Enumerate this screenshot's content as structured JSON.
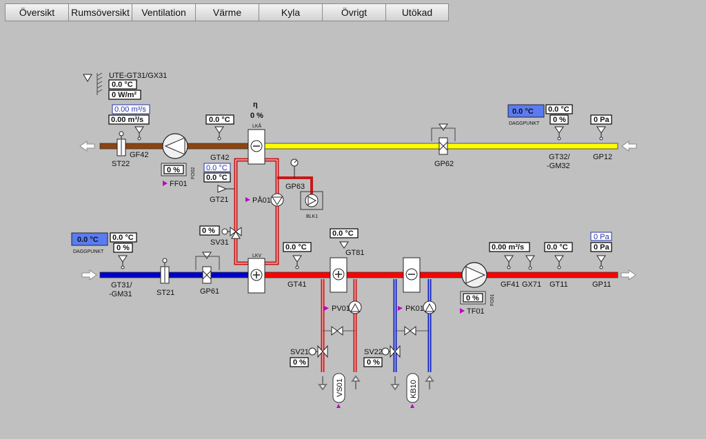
{
  "nav": {
    "tabs": [
      "Översikt",
      "Rumsöversikt",
      "Ventilation",
      "Värme",
      "Kyla",
      "Övrigt",
      "Utökad"
    ]
  },
  "outdoor": {
    "label": "UTE-GT31/GX31",
    "temp": "0.0 °C",
    "radiation": "0 W/m²"
  },
  "exhaust": {
    "flow_setpoint": "0.00 m³/s",
    "flow": "0.00 m³/s",
    "gf42": "GF42",
    "st22": "ST22",
    "fan_speed": "0 %",
    "fo02": "FO02",
    "ff01": "FF01",
    "gt42_value": "0.0 °C",
    "gt42": "GT42",
    "dew_setpoint": "0.0 °C",
    "daggpunkt": "DAGGPUNKT",
    "gt32_temp": "0.0 °C",
    "gt32_rh": "0 %",
    "gt32": "GT32/",
    "gm32": "-GM32",
    "gp12_value": "0 Pa",
    "gp12": "GP12",
    "gp62": "GP62"
  },
  "recovery": {
    "eta": "η",
    "efficiency": "0 %",
    "lka": "LKÅ",
    "lkv": "LKV",
    "gt21_setpoint": "0.0 °C",
    "gt21_value": "0.0 °C",
    "gt21": "GT21",
    "gp63": "GP63",
    "pa01": "PÅ01",
    "blk1": "BLK1",
    "sv31_value": "0 %",
    "sv31": "SV31"
  },
  "supply": {
    "dew_setpoint": "0.0 °C",
    "daggpunkt": "DAGGPUNKT",
    "gt31_temp": "0.0 °C",
    "gt31_rh": "0 %",
    "gt31": "GT31/",
    "gm31": "-GM31",
    "st21": "ST21",
    "gp61": "GP61",
    "gt41_value": "0.0 °C",
    "gt41": "GT41",
    "gt81_value": "0.0 °C",
    "gt81": "GT81",
    "pv01": "PV01",
    "sv21": "SV21",
    "sv21_value": "0 %",
    "vs01": "VS01",
    "pk01": "PK01",
    "sv22": "SV22",
    "sv22_value": "0 %",
    "kb10": "KB10",
    "fan_speed": "0 %",
    "fo01": "FO01",
    "tf01": "TF01",
    "gf41_value": "0.00 m³/s",
    "gf41": "GF41",
    "gx71": "GX71",
    "gt11_value": "0.0 °C",
    "gt11": "GT11",
    "gp11_setpoint": "0 Pa",
    "gp11_value": "0 Pa",
    "gp11": "GP11"
  },
  "colors": {
    "exhaust_duct": "#8b4513",
    "exhaust_air": "#ffff00",
    "supply_duct": "#0000cc",
    "supply_air": "#ff0000",
    "heating": "#e02020",
    "cooling": "#1020c0",
    "setpoint_blue": "#5b7cf0",
    "marker": "#c000c0"
  }
}
